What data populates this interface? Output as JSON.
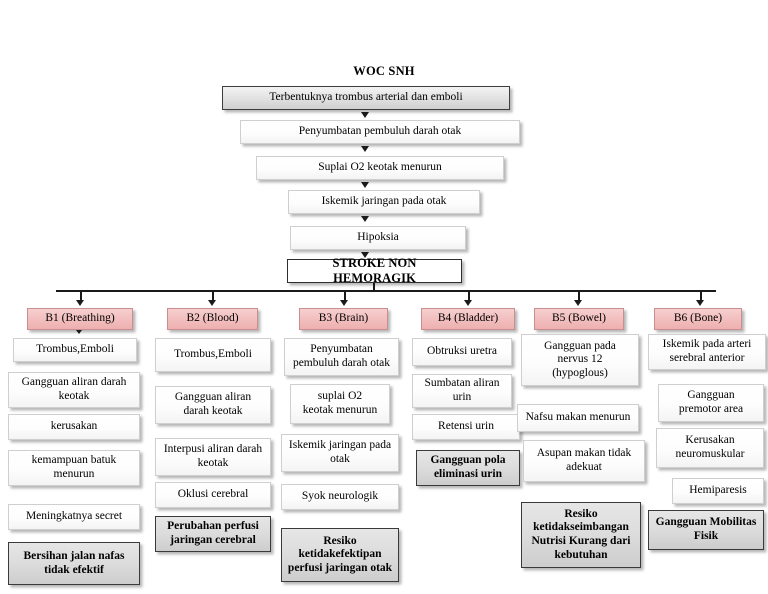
{
  "title": "WOC SNH",
  "chain": [
    {
      "id": "c1",
      "label": "Terbentuknya trombus arterial dan emboli",
      "style": "shaded"
    },
    {
      "id": "c2",
      "label": "Penyumbatan pembuluh darah otak",
      "style": "plain"
    },
    {
      "id": "c3",
      "label": "Suplai O2 keotak menurun",
      "style": "plain"
    },
    {
      "id": "c4",
      "label": "Iskemik jaringan pada otak",
      "style": "plain"
    },
    {
      "id": "c5",
      "label": "Hipoksia",
      "style": "plain"
    },
    {
      "id": "c6",
      "label": "STROKE NON HEMORAGIK",
      "style": "outline"
    }
  ],
  "columns": [
    {
      "id": "b1",
      "header": "B1 (Breathing)",
      "steps": [
        "Trombus,Emboli",
        "Gangguan aliran darah keotak",
        "kerusakan",
        "kemampuan batuk menurun",
        "Meningkatnya secret"
      ],
      "diagnosis": "Bersihan jalan nafas\ntidak efektif"
    },
    {
      "id": "b2",
      "header": "B2 (Blood)",
      "steps": [
        "Trombus,Emboli",
        "Gangguan aliran\ndarah keotak",
        "Interpusi aliran darah keotak",
        "Oklusi cerebral"
      ],
      "diagnosis": "Perubahan perfusi\njaringan cerebral"
    },
    {
      "id": "b3",
      "header": "B3 (Brain)",
      "steps": [
        "Penyumbatan\npembuluh darah otak",
        "suplai O2\nkeotak menurun",
        "Iskemik jaringan pada otak",
        "Syok neurologik"
      ],
      "diagnosis": "Resiko\nketidakefektipan\nperfusi jaringan otak"
    },
    {
      "id": "b4",
      "header": "B4 (Bladder)",
      "steps": [
        "Obtruksi uretra",
        "Sumbatan aliran urin",
        "Retensi urin"
      ],
      "diagnosis": "Gangguan pola\neliminasi urin"
    },
    {
      "id": "b5",
      "header": "B5 (Bowel)",
      "steps": [
        "Gangguan pada\nnervus 12\n(hypoglous)",
        "Nafsu makan menurun",
        "Asupan makan tidak adekuat"
      ],
      "diagnosis": "Resiko\nketidakseimbangan\nNutrisi Kurang dari\nkebutuhan"
    },
    {
      "id": "b6",
      "header": "B6 (Bone)",
      "steps": [
        "Iskemik pada arteri\nserebral anterior",
        "Gangguan\npremotor area",
        "Kerusakan\nneuromuskular",
        "Hemiparesis"
      ],
      "diagnosis": "Gangguan Mobilitas\nFisik"
    }
  ],
  "colors": {
    "header_pink": "#F2BFBF",
    "diagnosis_gray": "#DCDCDC",
    "line": "#1A1A1A"
  }
}
